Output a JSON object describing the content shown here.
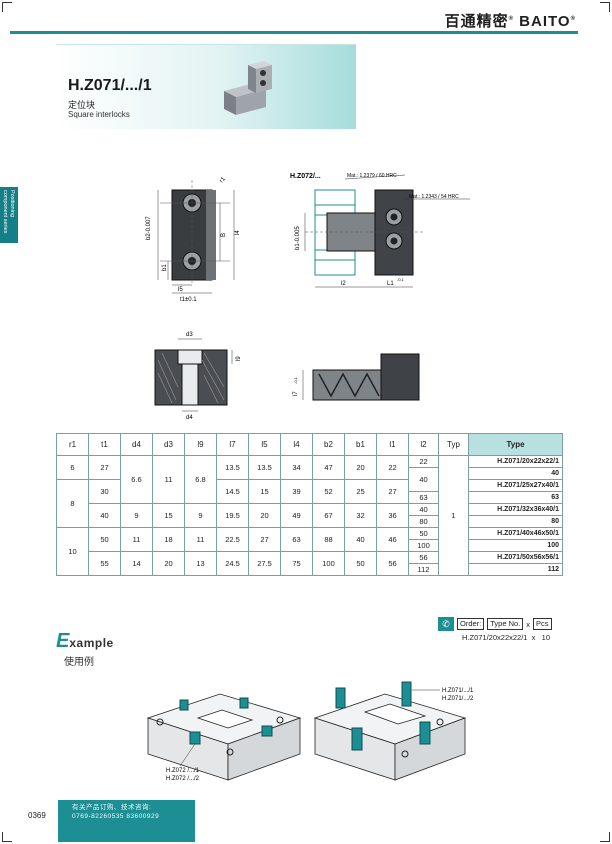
{
  "brand": {
    "name": "百通精密",
    "latin": "BAITO",
    "reg": "®"
  },
  "side_tab": {
    "text": "Positioning\ncomponent series"
  },
  "title": {
    "code": "H.Z071/.../1",
    "cn": "定位块",
    "en": "Square interlocks"
  },
  "drawing": {
    "top_left": {
      "r1": "r1",
      "b2": "b2-0.007",
      "b": "B",
      "b1": "b1",
      "l4": "l4",
      "l5": "l5",
      "t1": "t1±0.1"
    },
    "top_right": {
      "ref": "H.Z072/...",
      "mat1": "Mat.: 1.2379 / 60 HRC",
      "mat2": "Mat.: 1.2343 / 54 HRC",
      "b1": "b1-0.005",
      "l2": "l2",
      "l1": "L1",
      "l1_tol": "-0.1"
    },
    "bottom_left": {
      "d3": "d3",
      "d4": "d4",
      "l9": "l9"
    },
    "bottom_right": {
      "l7": "l7",
      "l7_tol": "-0.1"
    }
  },
  "table": {
    "headers": [
      "r1",
      "t1",
      "d4",
      "d3",
      "l9",
      "l7",
      "l5",
      "l4",
      "b2",
      "b1",
      "l1",
      "l2",
      "Typ",
      "Type"
    ],
    "rows": [
      {
        "r1": "6",
        "t1": "27",
        "d4": "6.6",
        "d3": "11",
        "l9": "6.8",
        "l7": "13.5",
        "l5": "13.5",
        "l4": "34",
        "b2": "47",
        "b1": "20",
        "l1": "22",
        "l2": [
          "22",
          "40"
        ],
        "type": "H.Z071/20x22x22/1",
        "type_l2": [
          "22",
          "40"
        ]
      },
      {
        "r1": "8",
        "t1": "30",
        "d4": "",
        "d3": "",
        "l9": "",
        "l7": "14.5",
        "l5": "15",
        "l4": "39",
        "b2": "52",
        "b1": "25",
        "l1": "27",
        "l2": [
          "40",
          "63"
        ],
        "type": "H.Z071/25x27x40/1",
        "type_l2": [
          "40",
          "63"
        ]
      },
      {
        "r1": "",
        "t1": "40",
        "d4": "9",
        "d3": "15",
        "l9": "9",
        "l7": "19.5",
        "l5": "20",
        "l4": "49",
        "b2": "67",
        "b1": "32",
        "l1": "36",
        "l2": [
          "40",
          "80"
        ],
        "type": "H.Z071/32x36x40/1",
        "type_l2": [
          "40",
          "80"
        ]
      },
      {
        "r1": "10",
        "t1": "50",
        "d4": "11",
        "d3": "18",
        "l9": "11",
        "l7": "22.5",
        "l5": "27",
        "l4": "63",
        "b2": "88",
        "b1": "40",
        "l1": "46",
        "l2": [
          "50",
          "100"
        ],
        "type": "H.Z071/40x46x50/1",
        "type_l2": [
          "50",
          "100"
        ]
      },
      {
        "r1": "",
        "t1": "55",
        "d4": "14",
        "d3": "20",
        "l9": "13",
        "l7": "24.5",
        "l5": "27.5",
        "l4": "75",
        "b2": "100",
        "b1": "50",
        "l1": "56",
        "l2": [
          "56",
          "112"
        ],
        "type": "H.Z071/50x56x56/1",
        "type_l2": [
          "56",
          "112"
        ]
      }
    ],
    "typ": "1",
    "cells": {
      "r0": {
        "type": "H.Z071/20x22x22/1",
        "v1": "22",
        "v2": "40",
        "tv1": "40",
        "t1": "27",
        "l7": "13.5",
        "l5": "13.5",
        "l4": "34",
        "b2": "47",
        "b1": "20",
        "l1": "22"
      },
      "r1": {
        "type": "H.Z071/25x27x40/1",
        "v1": "40",
        "v2": "63",
        "tv1": "63",
        "t1": "30",
        "l7": "14.5",
        "l5": "15",
        "l4": "39",
        "b2": "52",
        "b1": "25",
        "l1": "27"
      },
      "r2": {
        "type": "H.Z071/32x36x40/1",
        "v1": "40",
        "v2": "80",
        "tv1": "80",
        "t1": "40",
        "d4": "9",
        "d3": "15",
        "l9": "9",
        "l7": "19.5",
        "l5": "20",
        "l4": "49",
        "b2": "67",
        "b1": "32",
        "l1": "36"
      },
      "r3": {
        "type": "H.Z071/40x46x50/1",
        "v1": "50",
        "v2": "100",
        "tv1": "100",
        "t1": "50",
        "d4": "11",
        "d3": "18",
        "l9": "11",
        "l7": "22.5",
        "l5": "27",
        "l4": "63",
        "b2": "88",
        "b1": "40",
        "l1": "46"
      },
      "r4": {
        "type": "H.Z071/50x56x56/1",
        "v1": "56",
        "v2": "112",
        "tv1": "112",
        "t1": "55",
        "d4": "14",
        "d3": "20",
        "l9": "13",
        "l7": "24.5",
        "l5": "27.5",
        "l4": "75",
        "b2": "100",
        "b1": "50",
        "l1": "56"
      },
      "shared": {
        "r1_6": "6",
        "r1_8": "8",
        "r1_10": "10",
        "d4a": "6.6",
        "d3a": "11",
        "l9a": "6.8"
      }
    }
  },
  "order": {
    "label": "Order:",
    "type_no": "Type No.",
    "x": "x",
    "pcs": "Pcs",
    "example": "H.Z071/20x22x22/1",
    "x2": "x",
    "qty": "10"
  },
  "example": {
    "big": "E",
    "rest": "xample",
    "cn": "使用例",
    "label_right_1": "H.Z071/.../1",
    "label_right_2": "H.Z071/.../2",
    "label_left_1": "H.Z072 /.../1",
    "label_left_2": "H.Z072 /.../2"
  },
  "page": {
    "number": "0369",
    "contact_line1": "有关产品订购、技术咨询:",
    "contact_line2": "0769-82260535  83600929"
  }
}
